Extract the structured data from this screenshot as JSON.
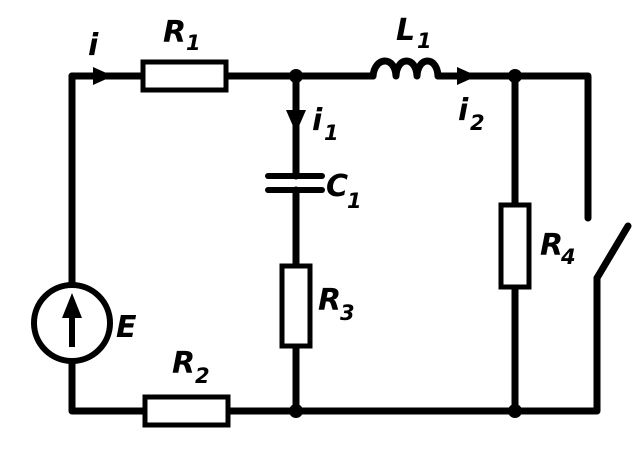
{
  "components": {
    "r1": {
      "name": "R",
      "sub": "1"
    },
    "r2": {
      "name": "R",
      "sub": "2"
    },
    "r3": {
      "name": "R",
      "sub": "3"
    },
    "r4": {
      "name": "R",
      "sub": "4"
    },
    "l1": {
      "name": "L",
      "sub": "1"
    },
    "c1": {
      "name": "C",
      "sub": "1"
    },
    "source": {
      "name": "E"
    }
  },
  "currents": {
    "i": {
      "name": "i"
    },
    "i1": {
      "name": "i",
      "sub": "1"
    },
    "i2": {
      "name": "i",
      "sub": "2"
    }
  }
}
